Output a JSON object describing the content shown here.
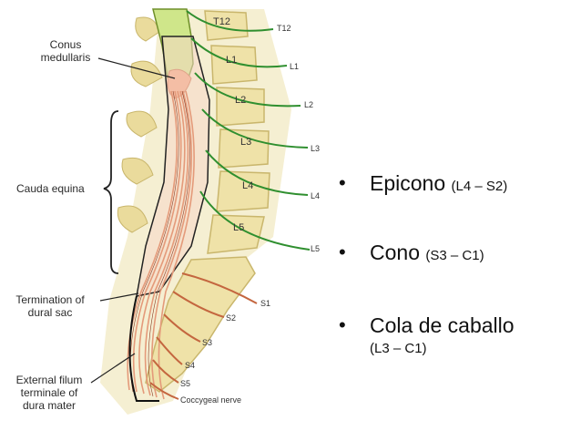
{
  "figure": {
    "labels": {
      "conus": [
        "Conus",
        "medullaris"
      ],
      "cauda": "Cauda equina",
      "termination": [
        "Termination of",
        "dural sac"
      ],
      "filum": [
        "External filum",
        "terminale of",
        "dura mater"
      ]
    },
    "nerves": {
      "lumbar": [
        "T12",
        "L1",
        "L2",
        "L3",
        "L4",
        "L5"
      ],
      "vertebra_labels": [
        "T12",
        "L1",
        "L2",
        "L3",
        "L4",
        "L5"
      ],
      "sacral": [
        "S1",
        "S2",
        "S3",
        "S4",
        "S5"
      ],
      "coccygeal": "Coccygeal nerve"
    },
    "colors": {
      "bone": "#efe2a8",
      "bone_edge": "#c9b66c",
      "cord": "#cfe68a",
      "roots": "#e49a7a",
      "nerve_green": "#2f8f2f"
    }
  },
  "bullets": [
    {
      "name": "Epicono",
      "range": "(L4 – S2)"
    },
    {
      "name": "Cono",
      "range": "(S3 – C1)"
    },
    {
      "name": "Cola de caballo",
      "range": "(L3 – C1)"
    }
  ]
}
